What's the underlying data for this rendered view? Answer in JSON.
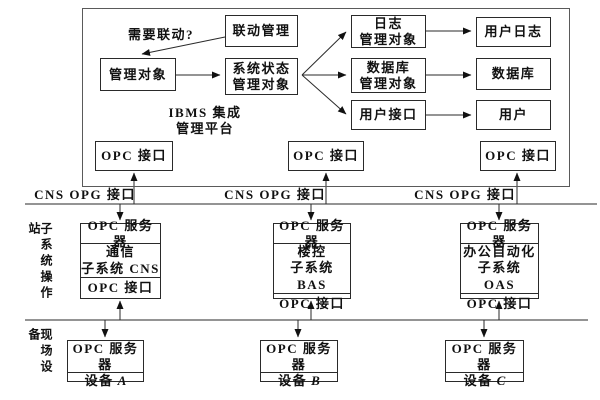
{
  "colors": {
    "diagram_line": "#2a2a2a",
    "outer_border": "#5a5a5a",
    "background": "#ffffff",
    "text": "#111111"
  },
  "platform": {
    "need_linkage": "需要联动?",
    "linkage_mgmt": "联动管理",
    "mgmt_object": "管理对象",
    "sys_status": {
      "line1": "系统状态",
      "line2": "管理对象"
    },
    "log_obj": {
      "line1": "日志",
      "line2": "管理对象"
    },
    "user_log": "用户日志",
    "db_obj": {
      "line1": "数据库",
      "line2": "管理对象"
    },
    "database": "数据库",
    "user_interface": "用户接口",
    "user": "用户",
    "title_line1": "IBMS 集成",
    "title_line2": "管理平台",
    "opc_interface_label": "OPC 接口"
  },
  "bus": {
    "cns_opg_label": "CNS OPG 接口"
  },
  "subsystem_station": {
    "side_label": "子系统操作站",
    "opc_server_label": "OPC 服务器",
    "opc_interface_label": "OPC 接口",
    "columns": [
      {
        "line1": "通信",
        "line2": "子系统 CNS"
      },
      {
        "line1": "楼控",
        "line2": "子系统 BAS"
      },
      {
        "line1": "办公自动化",
        "line2": "子系统 OAS"
      }
    ]
  },
  "field_devices": {
    "side_label": "现场设备",
    "opc_server_label": "OPC 服务器",
    "devices": [
      {
        "prefix": "设备",
        "letter": "A"
      },
      {
        "prefix": "设备",
        "letter": "B"
      },
      {
        "prefix": "设备",
        "letter": "C"
      }
    ]
  }
}
